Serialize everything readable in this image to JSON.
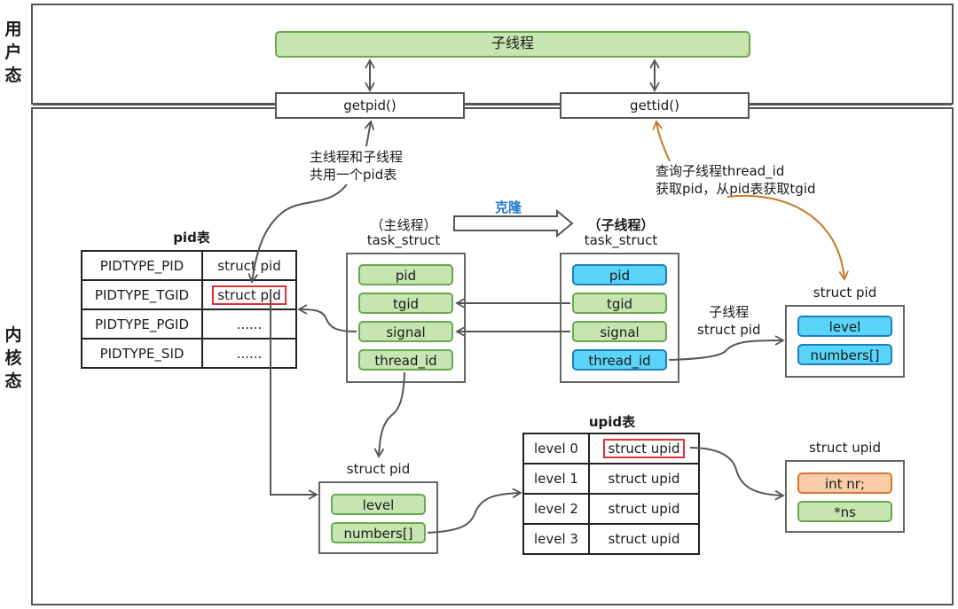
{
  "regions": {
    "user_space_label": "用户态",
    "kernel_space_label": "内核态"
  },
  "user_space": {
    "child_thread_label": "子线程",
    "getpid_label": "getpid()",
    "gettid_label": "gettid()"
  },
  "notes": {
    "shared_pid_table": [
      "主线程和子线程",
      "共用一个pid表"
    ],
    "gettid_flow": [
      "查询子线程thread_id",
      "获取pid，从pid表获取tgid"
    ],
    "clone_label": "克隆",
    "child_struct_pid": [
      "子线程",
      "struct pid"
    ]
  },
  "pid_table": {
    "title": "pid表",
    "rows": [
      {
        "type": "PIDTYPE_PID",
        "value": "struct pid",
        "highlighted": false
      },
      {
        "type": "PIDTYPE_TGID",
        "value": "struct pid",
        "highlighted": true
      },
      {
        "type": "PIDTYPE_PGID",
        "value": "......",
        "highlighted": false
      },
      {
        "type": "PIDTYPE_SID",
        "value": "......",
        "highlighted": false
      }
    ]
  },
  "main_task": {
    "caption": "（主线程）",
    "name": "task_struct",
    "fields": [
      {
        "label": "pid",
        "color": "green"
      },
      {
        "label": "tgid",
        "color": "green"
      },
      {
        "label": "signal",
        "color": "green"
      },
      {
        "label": "thread_id",
        "color": "green"
      }
    ]
  },
  "child_task": {
    "caption": "（子线程）",
    "name": "task_struct",
    "fields": [
      {
        "label": "pid",
        "color": "blue"
      },
      {
        "label": "tgid",
        "color": "green"
      },
      {
        "label": "signal",
        "color": "green"
      },
      {
        "label": "thread_id",
        "color": "blue"
      }
    ]
  },
  "child_struct_pid": {
    "title": "struct pid",
    "fields": [
      {
        "label": "level",
        "color": "blue"
      },
      {
        "label": "numbers[]",
        "color": "blue"
      }
    ]
  },
  "main_struct_pid": {
    "title": "struct pid",
    "fields": [
      {
        "label": "level",
        "color": "green"
      },
      {
        "label": "numbers[]",
        "color": "green"
      }
    ]
  },
  "upid_table": {
    "title": "upid表",
    "rows": [
      {
        "level": "level 0",
        "value": "struct upid",
        "highlighted": true
      },
      {
        "level": "level 1",
        "value": "struct upid",
        "highlighted": false
      },
      {
        "level": "level 2",
        "value": "struct upid",
        "highlighted": false
      },
      {
        "level": "level 3",
        "value": "struct upid",
        "highlighted": false
      }
    ]
  },
  "struct_upid": {
    "title": "struct upid",
    "fields": [
      {
        "label": "int nr;",
        "color": "orange"
      },
      {
        "label": "*ns",
        "color": "green"
      }
    ]
  },
  "colors": {
    "green_fill": "#c6e5b1",
    "green_border": "#6aa84f",
    "blue_fill": "#5ad4f8",
    "blue_border": "#1d7fbf",
    "orange_fill": "#f9cda9",
    "orange_border": "#d9762b",
    "highlight": "#e03030",
    "clone_text": "#1f78c8",
    "orange_arrow": "#c87a2a"
  }
}
